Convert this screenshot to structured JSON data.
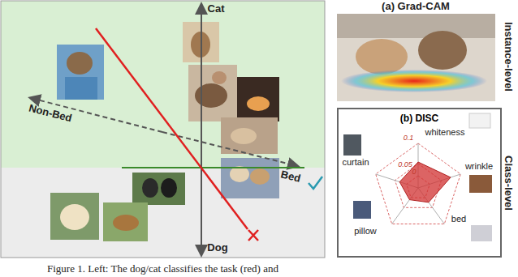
{
  "diagram": {
    "caption": "Figure 1. Left: The dog/cat classifies the task (red) and",
    "nodes": [
      {
        "text": [
          "(b) DISC"
        ]
      }
    ],
    "labels": [
      "Cat",
      "Dog",
      "Non-Bed",
      "Bed",
      "(a) Grad-CAM",
      "Instance-level",
      "Class-level",
      "whiteness",
      "wrinkle",
      "bed",
      "pillow",
      "curtain",
      "0.1",
      "0.05",
      "0"
    ]
  }
}
